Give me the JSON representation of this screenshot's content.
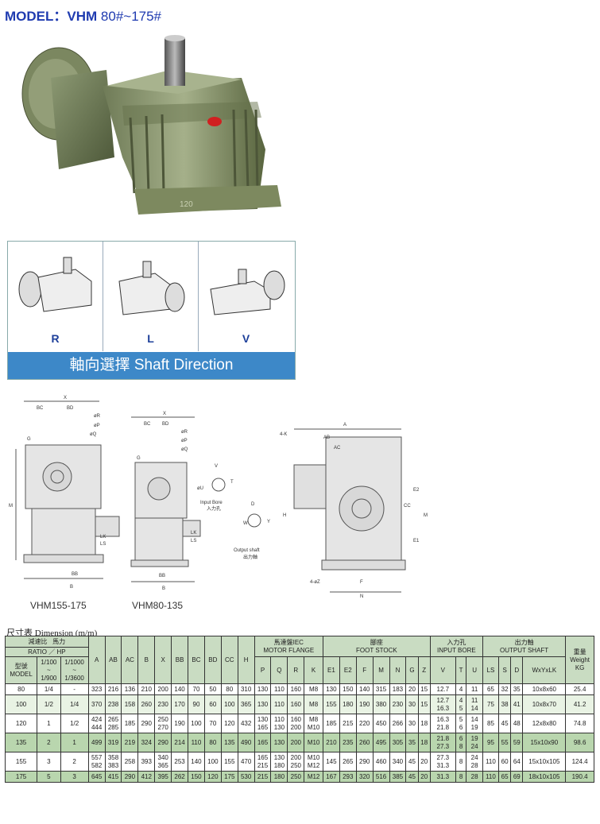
{
  "header": {
    "model_label": "MODEL：VHM",
    "model_range": "80#~175#"
  },
  "direction": {
    "options": [
      "R",
      "L",
      "V"
    ],
    "banner": "軸向選擇 Shaft Direction"
  },
  "drawing_labels": {
    "caption_left": "VHM155-175",
    "caption_mid": "VHM80-135",
    "input_bore": "Input Bore",
    "input_bore_cn": "入力孔",
    "output_shaft": "Output shaft",
    "output_shaft_cn": "出力軸",
    "dims": {
      "x": "X",
      "bc": "BC",
      "bd": "BD",
      "r": "øR",
      "p": "øP",
      "q": "øQ",
      "g": "G",
      "m": "M",
      "lk": "LK",
      "ls": "LS",
      "bb": "BB",
      "b": "B",
      "v": "V",
      "u": "øU",
      "t": "T",
      "d": "D",
      "w": "W",
      "y": "Y",
      "k": "4-K",
      "a": "A",
      "ab": "AB",
      "ac": "AC",
      "e2": "E2",
      "cc": "CC",
      "e1": "E1",
      "h": "H",
      "z": "4-øZ",
      "f": "F",
      "n": "N"
    }
  },
  "table": {
    "title": "尺寸表 Dimension (m/m)",
    "head": {
      "ratio_cn": "減速比",
      "hp_cn": "馬力",
      "ratio_en": "RATIO",
      "slash": "／",
      "hp_en": "HP",
      "model_cn": "型號",
      "model_en": "MODEL",
      "r1": "1/100",
      "r2": "~",
      "r3": "1/900",
      "h1": "1/1000",
      "h2": "~",
      "h3": "1/3600",
      "cols1": [
        "A",
        "AB",
        "AC",
        "B",
        "X",
        "BB",
        "BC",
        "BD",
        "CC",
        "H"
      ],
      "flange_cn": "馬達盤IEC",
      "flange_en": "MOTOR FLANGE",
      "flange_cols": [
        "P",
        "Q",
        "R",
        "K"
      ],
      "foot_cn": "腳座",
      "foot_en": "FOOT STOCK",
      "foot_cols": [
        "E1",
        "E2",
        "F",
        "M",
        "N",
        "G",
        "Z"
      ],
      "bore_cn": "入力孔",
      "bore_en": "INPUT BORE",
      "bore_cols": [
        "V",
        "T",
        "U"
      ],
      "shaft_cn": "出力軸",
      "shaft_en": "OUTPUT SHAFT",
      "shaft_cols": [
        "LS",
        "S",
        "D",
        "WxYxLK"
      ],
      "weight_cn": "重量",
      "weight_en": "Weight",
      "weight_unit": "KG"
    },
    "rows": [
      {
        "model": "80",
        "ratio": "1/4",
        "hp": "-",
        "A": "323",
        "AB": "216",
        "AC": "136",
        "B": "210",
        "X": "200",
        "BB": "140",
        "BC": "70",
        "BD": "50",
        "CC": "80",
        "H": "310",
        "P": "130",
        "Q": "110",
        "R": "160",
        "K": "M8",
        "E1": "130",
        "E2": "150",
        "F": "140",
        "M": "315",
        "N": "183",
        "G": "20",
        "Z": "15",
        "V": "12.7",
        "T": "4",
        "U": "11",
        "LS": "65",
        "S": "32",
        "D": "35",
        "WYL": "10x8x60",
        "KG": "25.4"
      },
      {
        "model": "100",
        "ratio": "1/2",
        "hp": "1/4",
        "A": "370",
        "AB": "238",
        "AC": "158",
        "B": "260",
        "X": "230",
        "BB": "170",
        "BC": "90",
        "BD": "60",
        "CC": "100",
        "H": "365",
        "P": "130",
        "Q": "110",
        "R": "160",
        "K": "M8",
        "E1": "155",
        "E2": "180",
        "F": "190",
        "M": "380",
        "N": "230",
        "G": "30",
        "Z": "15",
        "V": "12.7\n16.3",
        "T": "4\n5",
        "U": "11\n14",
        "LS": "75",
        "S": "38",
        "D": "41",
        "WYL": "10x8x70",
        "KG": "41.2"
      },
      {
        "model": "120",
        "ratio": "1",
        "hp": "1/2",
        "A": "424\n444",
        "AB": "265\n285",
        "AC": "185",
        "B": "290",
        "X": "250\n270",
        "BB": "190",
        "BC": "100",
        "BD": "70",
        "CC": "120",
        "H": "432",
        "P": "130\n165",
        "Q": "110\n130",
        "R": "160\n200",
        "K": "M8\nM10",
        "E1": "185",
        "E2": "215",
        "F": "220",
        "M": "450",
        "N": "266",
        "G": "30",
        "Z": "18",
        "V": "16.3\n21.8",
        "T": "5\n6",
        "U": "14\n19",
        "LS": "85",
        "S": "45",
        "D": "48",
        "WYL": "12x8x80",
        "KG": "74.8"
      },
      {
        "model": "135",
        "ratio": "2",
        "hp": "1",
        "A": "499",
        "AB": "319",
        "AC": "219",
        "B": "324",
        "X": "290",
        "BB": "214",
        "BC": "110",
        "BD": "80",
        "CC": "135",
        "H": "490",
        "P": "165",
        "Q": "130",
        "R": "200",
        "K": "M10",
        "E1": "210",
        "E2": "235",
        "F": "260",
        "M": "495",
        "N": "305",
        "G": "35",
        "Z": "18",
        "V": "21.8\n27.3",
        "T": "6\n8",
        "U": "19\n24",
        "LS": "95",
        "S": "55",
        "D": "59",
        "WYL": "15x10x90",
        "KG": "98.6"
      },
      {
        "model": "155",
        "ratio": "3",
        "hp": "2",
        "A": "557\n582",
        "AB": "358\n383",
        "AC": "258",
        "B": "393",
        "X": "340\n365",
        "BB": "253",
        "BC": "140",
        "BD": "100",
        "CC": "155",
        "H": "470",
        "P": "165\n215",
        "Q": "130\n180",
        "R": "200\n250",
        "K": "M10\nM12",
        "E1": "145",
        "E2": "265",
        "F": "290",
        "M": "460",
        "N": "340",
        "G": "45",
        "Z": "20",
        "V": "27.3\n31.3",
        "T": "8",
        "U": "24\n28",
        "LS": "110",
        "S": "60",
        "D": "64",
        "WYL": "15x10x105",
        "KG": "124.4"
      },
      {
        "model": "175",
        "ratio": "5",
        "hp": "3",
        "A": "645",
        "AB": "415",
        "AC": "290",
        "B": "412",
        "X": "395",
        "BB": "262",
        "BC": "150",
        "BD": "120",
        "CC": "175",
        "H": "530",
        "P": "215",
        "Q": "180",
        "R": "250",
        "K": "M12",
        "E1": "167",
        "E2": "293",
        "F": "320",
        "M": "516",
        "N": "385",
        "G": "45",
        "Z": "20",
        "V": "31.3",
        "T": "8",
        "U": "28",
        "LS": "110",
        "S": "65",
        "D": "69",
        "WYL": "18x10x105",
        "KG": "190.4"
      }
    ]
  }
}
